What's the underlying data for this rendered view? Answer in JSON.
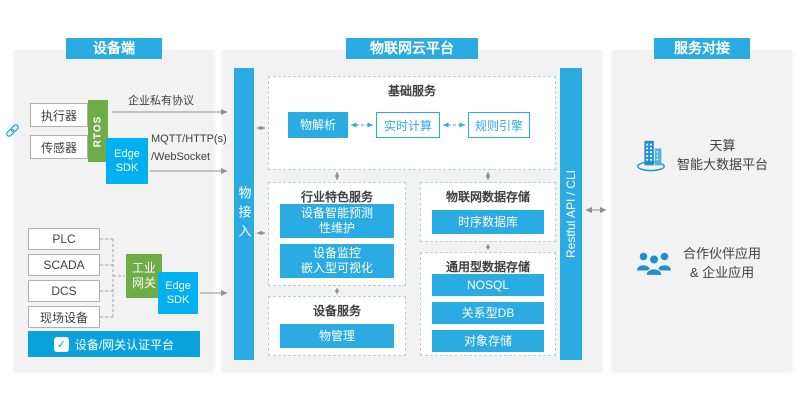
{
  "colors": {
    "blue": "#2aabe2",
    "cyan": "#00b0f0",
    "green": "#6fac47",
    "auth": "#0aa2dc",
    "panel": "#f2f2f2",
    "line": "#909090",
    "text": "#404040",
    "icon": "#1f8fce"
  },
  "device_panel": {
    "title": "设备端",
    "actuator": "执行器",
    "sensor": "传感器",
    "rtos": "RTOS",
    "edge_sdk_top": "Edge SDK",
    "private_protocol": "企业私有协议",
    "mqtt": "MQTT/HTTP(s)",
    "websocket": "/WebSocket",
    "plc": "PLC",
    "scada": "SCADA",
    "dcs": "DCS",
    "field_device": "现场设备",
    "industrial_gateway": "工业网关",
    "edge_sdk_bottom": "Edge SDK",
    "auth_platform": "设备/网关认证平台"
  },
  "cloud_panel": {
    "title": "物联网云平台",
    "thing_access": "物接入",
    "restful_api": "Restful API / CLI",
    "basic_services": {
      "title": "基础服务",
      "thing_parsing": "物解析",
      "realtime_computing": "实时计算",
      "rule_engine": "规则引擎"
    },
    "industry_services": {
      "title": "行业特色服务",
      "item1_line1": "设备智能预测",
      "item1_line2": "性维护",
      "item2_line1": "设备监控",
      "item2_line2": "嵌入型可视化"
    },
    "iot_storage": {
      "title": "物联网数据存储",
      "timeseries_db": "时序数据库"
    },
    "device_services": {
      "title": "设备服务",
      "thing_management": "物管理"
    },
    "general_storage": {
      "title": "通用型数据存储",
      "nosql": "NOSQL",
      "relational_db": "关系型DB",
      "object_storage": "对象存储"
    }
  },
  "service_panel": {
    "title": "服务对接",
    "bigdata_line1": "天算",
    "bigdata_line2": "智能大数据平台",
    "partner_line1": "合作伙伴应用",
    "partner_line2": "& 企业应用"
  }
}
